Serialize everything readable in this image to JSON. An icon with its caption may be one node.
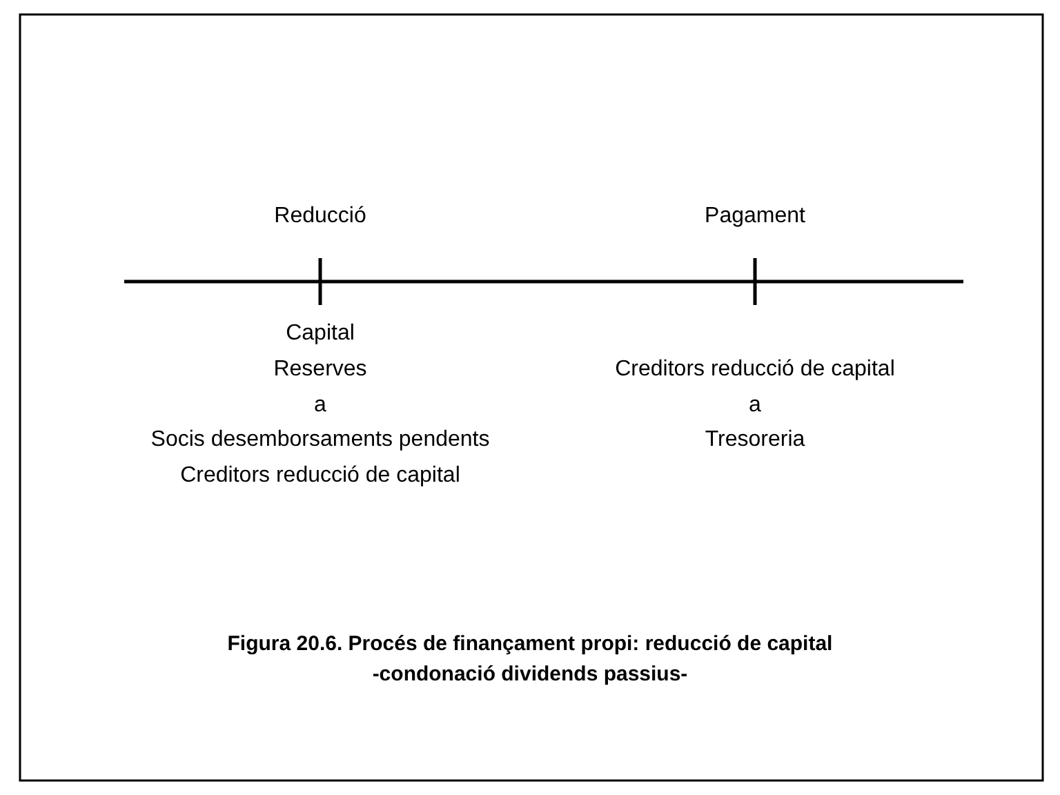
{
  "diagram": {
    "caption": "Figura 20.6. Procés de finançament propi: reducció de capital -condonació dividends passius-",
    "labels": [
      "Reducció",
      "Pagament",
      "Capital",
      "Reserves",
      "a",
      "Socis desemborsaments pendents",
      "Creditors reducció de capital",
      "Creditors reducció de capital",
      "a",
      "Tresoreria"
    ]
  }
}
